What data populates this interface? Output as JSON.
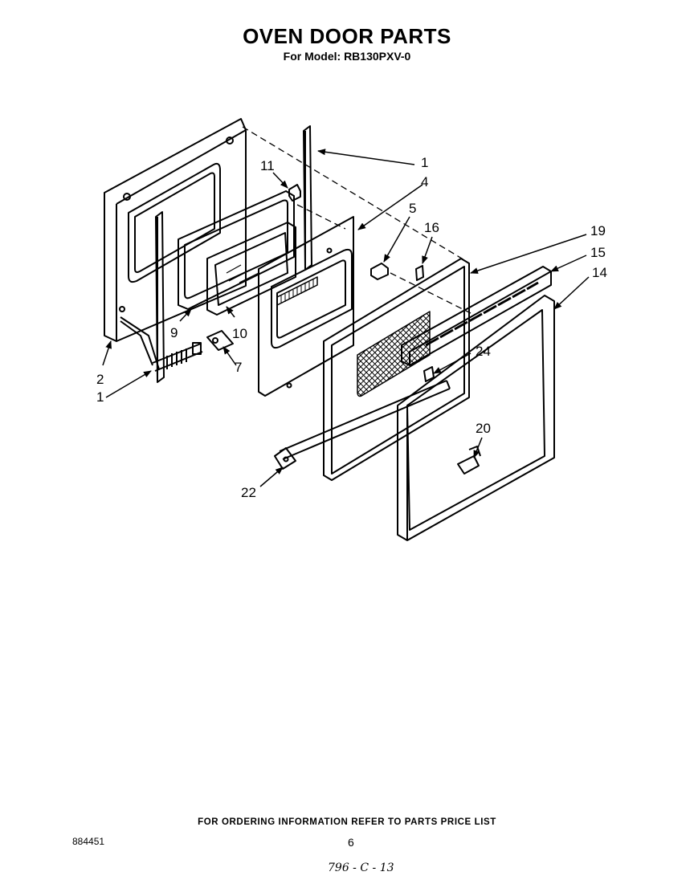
{
  "title": "OVEN DOOR PARTS",
  "subtitle": "For Model: RB130PXV-0",
  "callouts": {
    "c1_top": "1",
    "c4": "4",
    "c11": "11",
    "c5": "5",
    "c16": "16",
    "c19": "19",
    "c15": "15",
    "c14": "14",
    "c9": "9",
    "c10": "10",
    "c2": "2",
    "c7": "7",
    "c1_left": "1",
    "c24": "24",
    "c20": "20",
    "c22": "22"
  },
  "footer": {
    "ordering_note": "FOR ORDERING INFORMATION REFER TO PARTS PRICE LIST",
    "document_number": "884451",
    "page_number": "6",
    "handwritten_note": "796 - C - 13"
  }
}
